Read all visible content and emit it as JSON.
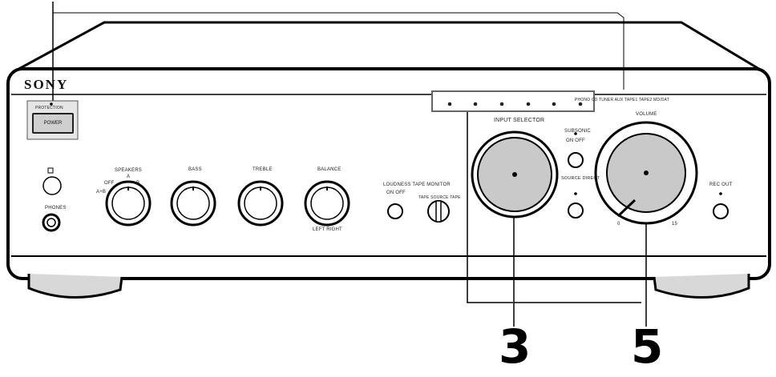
{
  "brand": "SONY",
  "labels": {
    "protection": "PROTECTION",
    "power": "POWER",
    "phones": "PHONES",
    "speakers": "SPEAKERS",
    "speakers_a": "A",
    "speakers_b": "B",
    "speakers_off": "OFF",
    "speakers_ab": "A+B",
    "bass": "BASS",
    "treble": "TREBLE",
    "balance": "BALANCE",
    "balance_range": "LEFT RIGHT",
    "loudness_tape_monitor": "LOUDNESS   TAPE MONITOR",
    "loudness_switch": "ON OFF",
    "tape_source": "TAPE  SOURCE  TAPE",
    "input_selector": "INPUT SELECTOR",
    "indicator_row": "PHONO CD TUNER AUX TAPE1 TAPE2 MD/DAT",
    "subsonic": "SUBSONIC",
    "subsonic_switch": "ON OFF",
    "source_direct": "SOURCE DIRECT",
    "volume": "VOLUME",
    "volume_min": "0",
    "volume_max": "15",
    "rec_out": "REC OUT"
  },
  "callouts": {
    "left": "3",
    "right": "5"
  }
}
